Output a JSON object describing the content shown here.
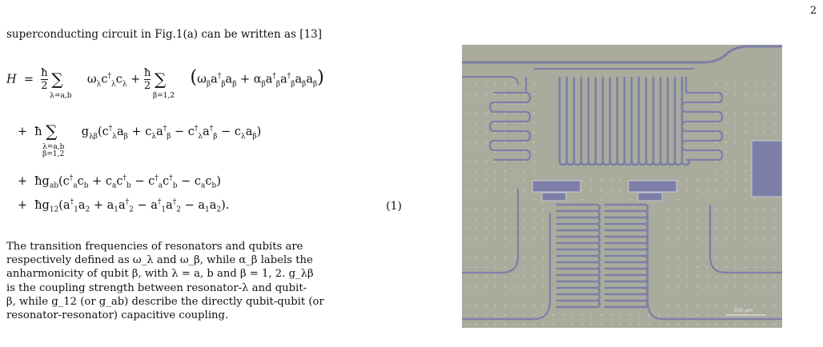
{
  "page_number": "2",
  "intro_text": "superconducting circuit in Fig.1(a) can be written as [13]",
  "equation": {
    "lhs": "H",
    "line1": "= (ħ/2) Σ_{λ=a,b} ω_λ c†_λ c_λ + (ħ/2) Σ_{β=1,2} (ω_β a†_β a_β + α_β a†_β a†_β a_β a_β)",
    "line2": "+ ħ Σ_{λ=a,b; β=1,2} g_{λβ}(c†_λ a_β + c_λ a†_β − c†_λ a†_β − c_λ a_β)",
    "line3": "+ ħg_{ab}(c†_a c_b + c_a c†_b − c†_a c†_b − c_a c_b)",
    "line4": "+ ħg_{12}(a†_1 a_2 + a_1 a†_2 − a†_1 a†_2 − a_1 a_2).",
    "number": "(1)"
  },
  "paragraph": [
    "The transition frequencies of resonators and qubits are",
    "respectively defined as ω_λ and ω_β, while α_β labels the",
    "anharmonicity of qubit β, with λ = a, b and β = 1, 2. g_λβ",
    "is the coupling strength between resonator-λ and qubit-",
    "β, while g_12 (or g_ab) describe the directly qubit-qubit (or",
    "resonator-resonator) capacitive coupling."
  ],
  "figure": {
    "scale_label": "500 μm",
    "colors": {
      "substrate": "#a9ab9c",
      "metal": "#7d7fa8",
      "metal_light": "#c9c8d6"
    }
  }
}
